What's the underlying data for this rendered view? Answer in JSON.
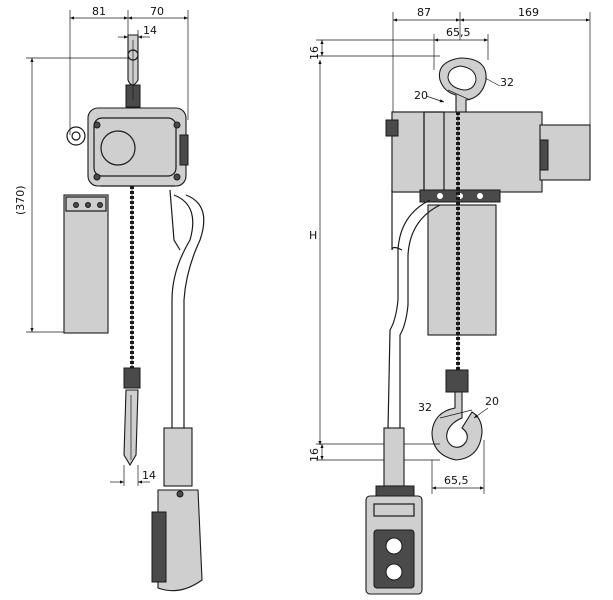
{
  "left_view": {
    "dim_top_left": "81",
    "dim_top_right": "70",
    "dim_hook_top": "14",
    "dim_height": "(370)",
    "dim_hook_bottom": "14"
  },
  "right_view": {
    "dim_top_left": "87",
    "dim_top_right": "169",
    "dim_top_hook_width": "65,5",
    "dim_top_hook_offset": "16",
    "dim_top_r_small": "20",
    "dim_top_r_large": "32",
    "dim_lift": "H",
    "dim_bottom_r_large": "32",
    "dim_bottom_r_small": "20",
    "dim_bottom_hook_offset": "16",
    "dim_bottom_hook_width": "65,5"
  }
}
